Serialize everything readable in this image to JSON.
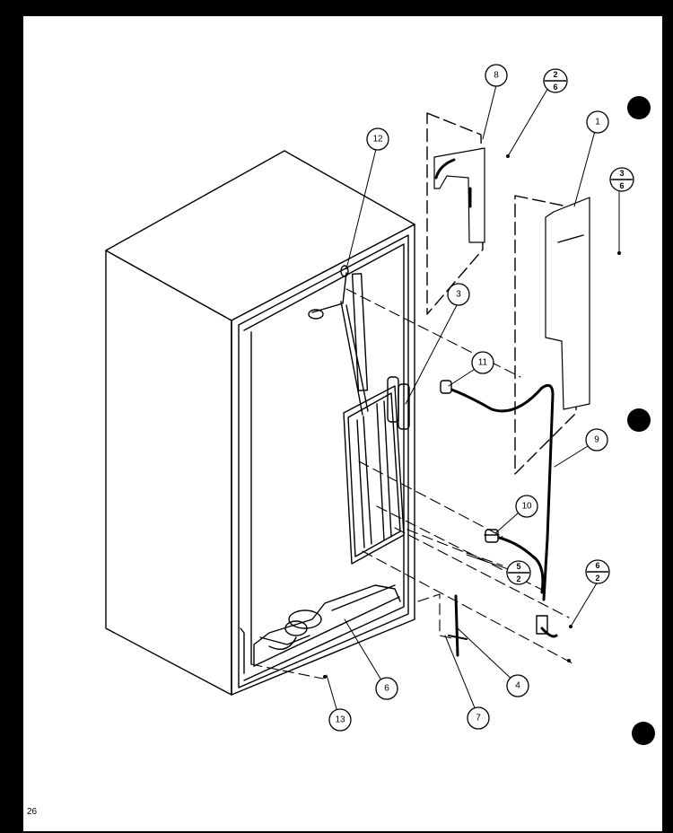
{
  "page_number": "26",
  "callouts": {
    "c1": "1",
    "c3": "3",
    "c4": "4",
    "c6": "6",
    "c7": "7",
    "c8": "8",
    "c9": "9",
    "c10": "10",
    "c11": "11",
    "c12": "12",
    "c13": "13"
  },
  "fraction_callouts": {
    "f_2_6": {
      "top": "2",
      "bottom": "6"
    },
    "f_3_6": {
      "top": "3",
      "bottom": "6"
    },
    "f_5_2": {
      "top": "5",
      "bottom": "2"
    },
    "f_6_2": {
      "top": "6",
      "bottom": "2"
    }
  },
  "colors": {
    "ink": "#000000",
    "paper": "#ffffff",
    "background": "#000000"
  }
}
